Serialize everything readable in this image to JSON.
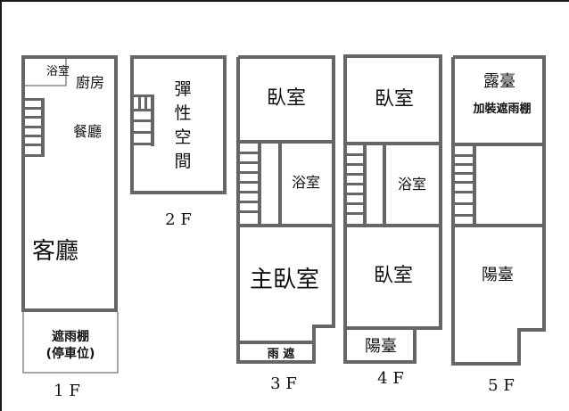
{
  "floors": [
    {
      "label": "1 F",
      "rooms": {
        "bathroom": "浴室",
        "kitchen": "廚房",
        "dining": "餐廳",
        "living": "客廳",
        "carport_line1": "遮雨棚",
        "carport_line2": "(停車位)"
      }
    },
    {
      "label": "2 F",
      "rooms": {
        "flex_space": [
          "彈",
          "性",
          "空",
          "間"
        ]
      }
    },
    {
      "label": "3 F",
      "rooms": {
        "bedroom": "臥室",
        "bathroom": "浴室",
        "master_bedroom": "主臥室",
        "awning": "雨 遮"
      }
    },
    {
      "label": "4 F",
      "rooms": {
        "bedroom_front": "臥室",
        "bathroom": "浴室",
        "bedroom_back": "臥室",
        "balcony": "陽臺"
      }
    },
    {
      "label": "5 F",
      "rooms": {
        "terrace": "露臺",
        "terrace_note": "加裝遮雨棚",
        "balcony": "陽臺"
      }
    }
  ],
  "colors": {
    "wall": "#666666",
    "frame": "#1a1a1a",
    "text": "#111111"
  }
}
